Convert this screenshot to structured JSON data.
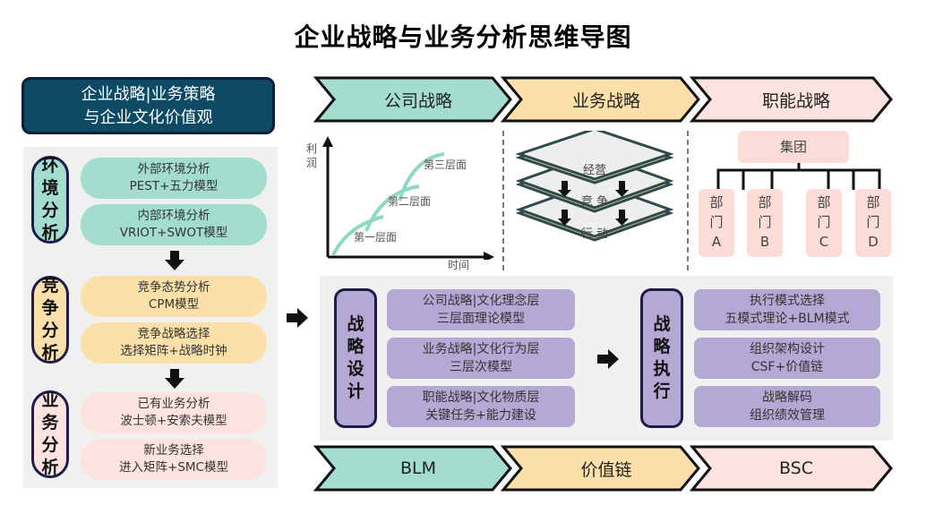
{
  "title": "企业战略与业务分析思维导图",
  "head_box": {
    "line1": "企业战略|业务策略",
    "line2": "与企业文化价值观"
  },
  "left": {
    "groups": [
      {
        "label": [
          "环",
          "境",
          "分",
          "析"
        ],
        "color": "#a3ddcf",
        "items": [
          {
            "title": "外部环境分析",
            "sub": "PEST+五力模型"
          },
          {
            "title": "内部环境分析",
            "sub": "VRIOT+SWOT模型"
          }
        ]
      },
      {
        "label": [
          "竞",
          "争",
          "分",
          "析"
        ],
        "color": "#fbe1a9",
        "items": [
          {
            "title": "竞争态势分析",
            "sub": "CPM模型"
          },
          {
            "title": "竞争战略选择",
            "sub": "选择矩阵+战略时钟"
          }
        ]
      },
      {
        "label": [
          "业",
          "务",
          "分",
          "析"
        ],
        "color": "#fde3df",
        "items": [
          {
            "title": "已有业务分析",
            "sub": "波士顿+安索夫模型"
          },
          {
            "title": "新业务选择",
            "sub": "进入矩阵+SMC模型"
          }
        ]
      }
    ]
  },
  "top_chevrons": [
    {
      "label": "公司战略",
      "color": "#a3ddcf"
    },
    {
      "label": "业务战略",
      "color": "#fbe1a9"
    },
    {
      "label": "职能战略",
      "color": "#fde3df"
    }
  ],
  "curve_chart": {
    "y_label": [
      "利",
      "润"
    ],
    "x_label": "时间",
    "levels": [
      "第一层面",
      "第二层面",
      "第三层面"
    ],
    "line_color": "#8fd8c4"
  },
  "layers": {
    "labels": [
      "经营",
      "竞 争",
      "行 动"
    ]
  },
  "org": {
    "root": "集团",
    "depts": [
      {
        "line1": "部",
        "line2": "门",
        "line3": "A"
      },
      {
        "line1": "部",
        "line2": "门",
        "line3": "B"
      },
      {
        "line1": "部",
        "line2": "门",
        "line3": "C"
      },
      {
        "line1": "部",
        "line2": "门",
        "line3": "D"
      }
    ]
  },
  "design": {
    "label": [
      "战",
      "略",
      "设",
      "计"
    ],
    "items": [
      {
        "title": "公司战略|文化理念层",
        "sub": "三层面理论模型"
      },
      {
        "title": "业务战略|文化行为层",
        "sub": "三层次模型"
      },
      {
        "title": "职能战略|文化物质层",
        "sub": "关键任务+能力建设"
      }
    ]
  },
  "execution": {
    "label": [
      "战",
      "略",
      "执",
      "行"
    ],
    "items": [
      {
        "title": "执行模式选择",
        "sub": "五模式理论+BLM模式"
      },
      {
        "title": "组织架构设计",
        "sub": "CSF+价值链"
      },
      {
        "title": "战略解码",
        "sub": "组织绩效管理"
      }
    ]
  },
  "bottom_chevrons": [
    {
      "label": "BLM",
      "color": "#a3ddcf"
    },
    {
      "label": "价值链",
      "color": "#fbe1a9"
    },
    {
      "label": "BSC",
      "color": "#fde3df"
    }
  ]
}
